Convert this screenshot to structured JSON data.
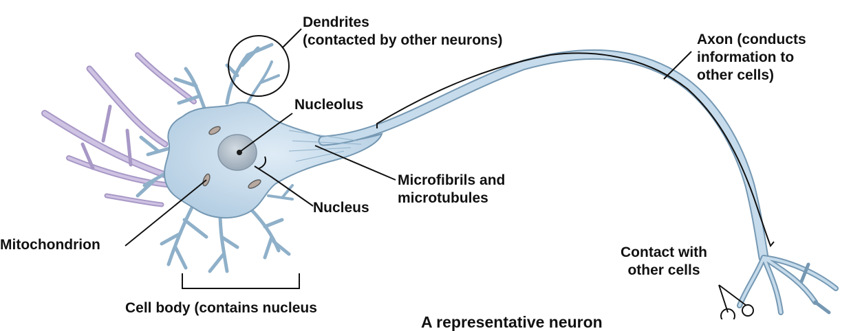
{
  "labels": {
    "dendrites": [
      "Dendrites",
      "(contacted by other neurons)"
    ],
    "axon": [
      "Axon (conducts",
      "information to",
      "other cells)"
    ],
    "nucleolus": "Nucleolus",
    "microfibrils": [
      "Microfibrils and",
      "microtubules"
    ],
    "nucleus": "Nucleus",
    "mitochondrion": "Mitochondrion",
    "contact": [
      "Contact with",
      "other cells"
    ],
    "cell_body": "Cell body (contains nucleus",
    "caption": "A representative neuron"
  },
  "colors": {
    "cell_fill": "#b9d3e6",
    "cell_stroke": "#6f93ad",
    "dendrite_purple": "#bfb0d8",
    "nucleus_fill": "#a9b7c4",
    "leader_line": "#111111"
  }
}
